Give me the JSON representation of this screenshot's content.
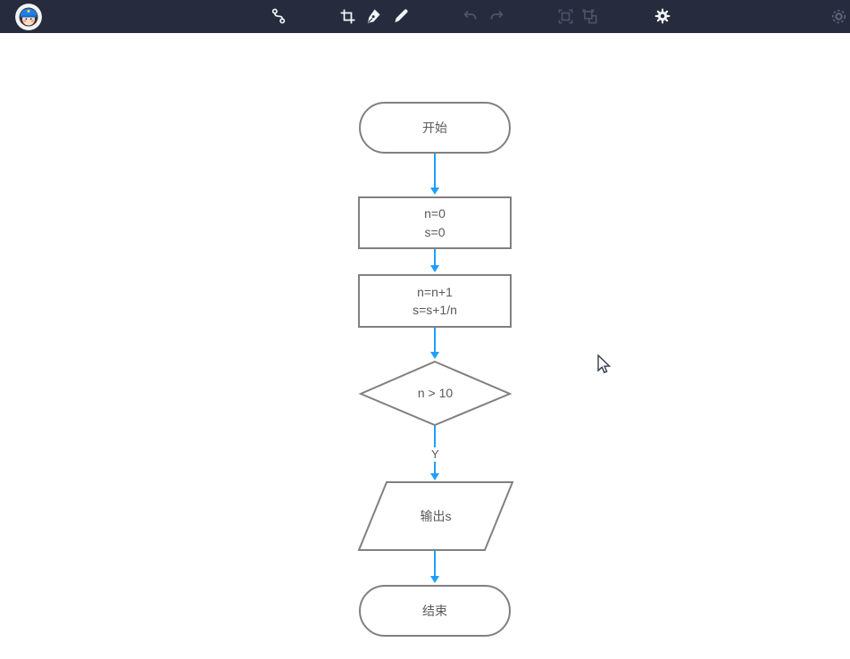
{
  "colors": {
    "topbar_bg": "#262c3e",
    "sidebar_bg": "#262c3e",
    "accent_blue": "#1e9fff",
    "arrow_blue": "#1e9fff",
    "shape_border": "#808080",
    "shape_text": "#595959",
    "canvas_bg": "#ffffff"
  },
  "toolbar": {
    "icons": [
      {
        "name": "avatar"
      },
      {
        "name": "connector-tool-icon",
        "disabled": false
      },
      {
        "name": "crop-tool-icon",
        "disabled": false
      },
      {
        "name": "pen-tool-icon",
        "disabled": false
      },
      {
        "name": "pencil-tool-icon",
        "disabled": false
      },
      {
        "name": "undo-icon",
        "disabled": true
      },
      {
        "name": "redo-icon",
        "disabled": true
      },
      {
        "name": "group-icon",
        "disabled": true
      },
      {
        "name": "ungroup-icon",
        "disabled": true
      },
      {
        "name": "settings-gear-icon",
        "disabled": false
      },
      {
        "name": "target-icon",
        "disabled": true
      }
    ]
  },
  "sidebar": {
    "items": [
      {
        "name": "flow-structure",
        "icon": "structure-icon",
        "active": true
      },
      {
        "name": "shapes",
        "icon": "cube-icon",
        "active": false
      },
      {
        "name": "emoji",
        "icon": "smiley-icon",
        "active": false
      },
      {
        "name": "layers",
        "icon": "layers-icon",
        "active": false
      },
      {
        "name": "frame",
        "icon": "frame-icon",
        "active": false
      }
    ]
  },
  "flowchart": {
    "nodes": [
      {
        "id": "start",
        "type": "stadium",
        "label": "开始"
      },
      {
        "id": "init",
        "type": "rectangle",
        "lines": [
          "n=0",
          "s=0"
        ]
      },
      {
        "id": "loop",
        "type": "rectangle",
        "lines": [
          "n=n+1",
          "s=s+1/n"
        ]
      },
      {
        "id": "decision",
        "type": "diamond",
        "label": "n > 10"
      },
      {
        "id": "output",
        "type": "parallelogram",
        "label": "输出s"
      },
      {
        "id": "end",
        "type": "stadium",
        "label": "结束"
      }
    ],
    "edges": [
      {
        "from": "start",
        "to": "init",
        "label": ""
      },
      {
        "from": "init",
        "to": "loop",
        "label": ""
      },
      {
        "from": "loop",
        "to": "decision",
        "label": ""
      },
      {
        "from": "decision",
        "to": "output",
        "label": "Y"
      },
      {
        "from": "output",
        "to": "end",
        "label": ""
      }
    ]
  }
}
